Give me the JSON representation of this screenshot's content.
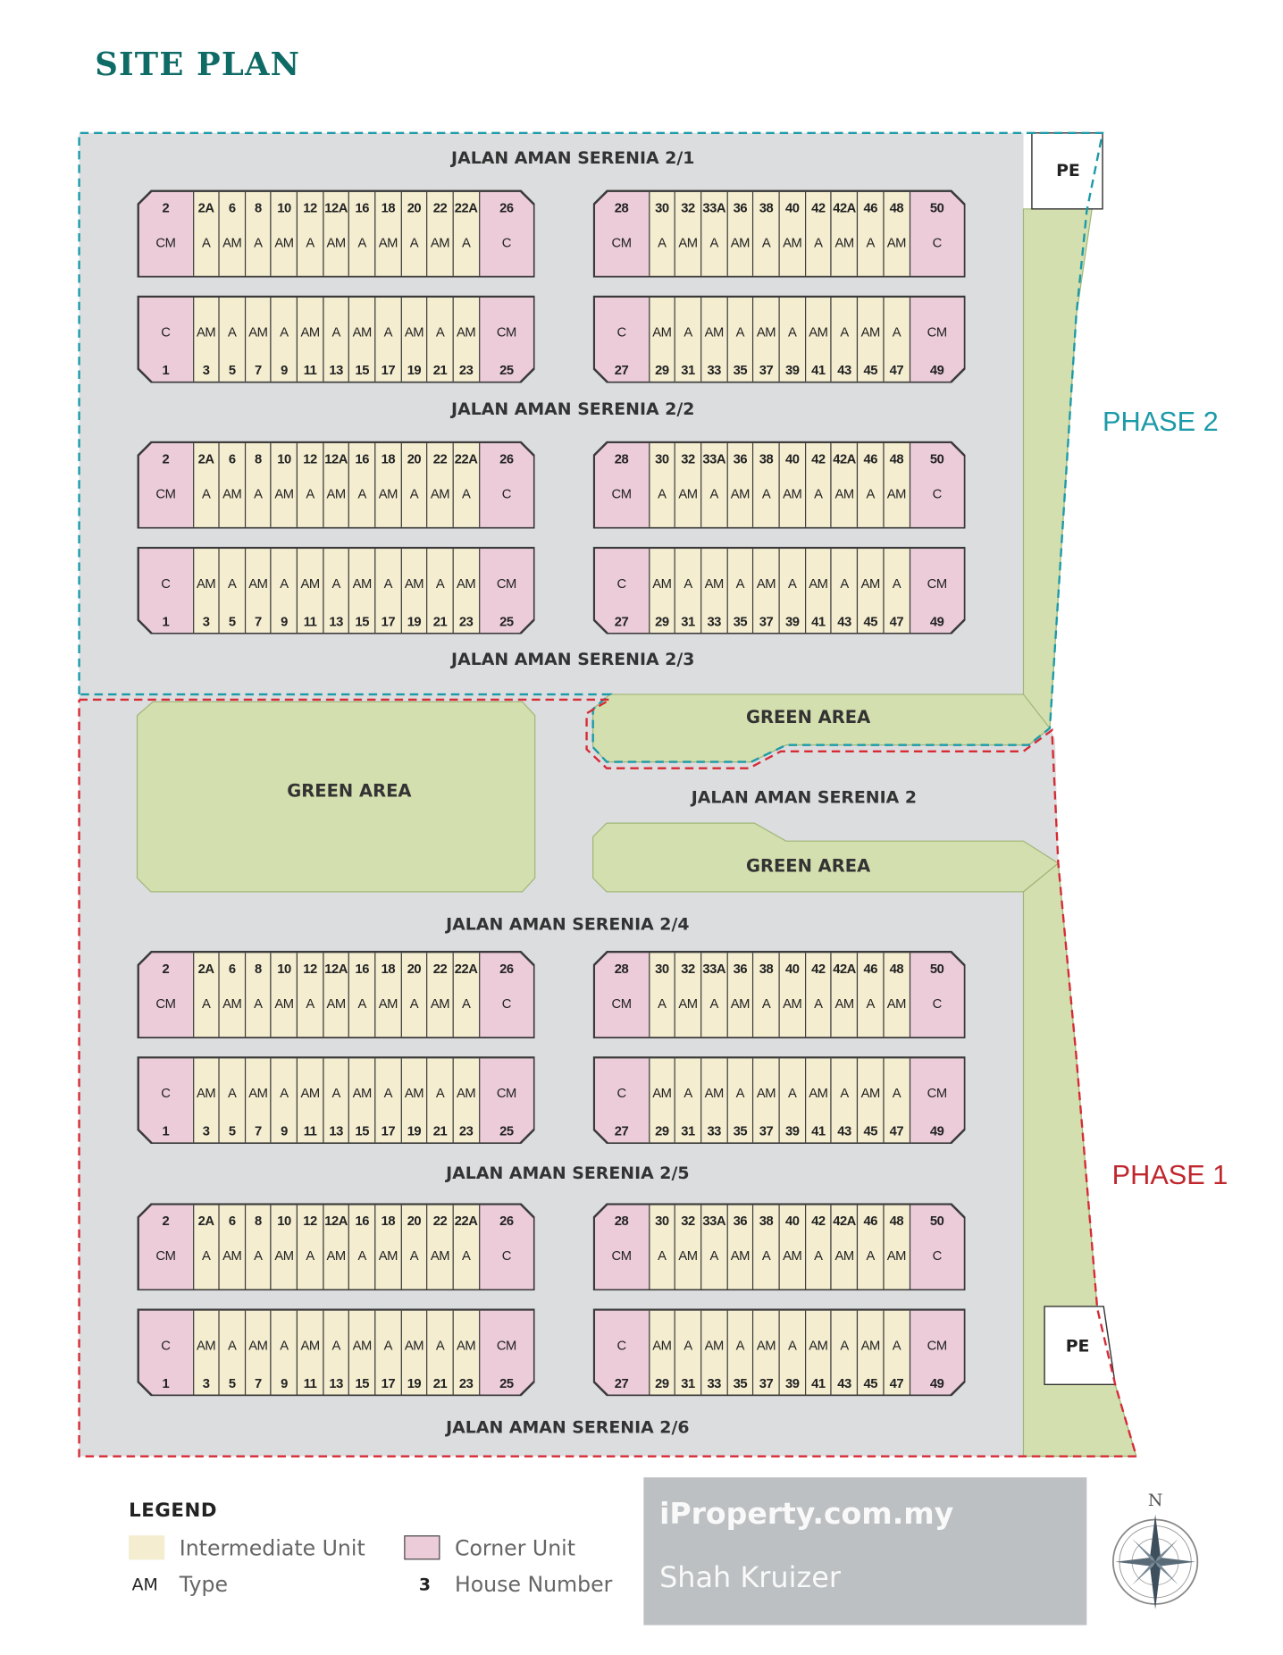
{
  "title": "SITE PLAN",
  "streets": {
    "s1": "JALAN AMAN SERENIA 2/1",
    "s2": "JALAN AMAN SERENIA 2/2",
    "s3": "JALAN AMAN SERENIA 2/3",
    "main": "JALAN AMAN SERENIA 2",
    "s4": "JALAN AMAN SERENIA 2/4",
    "s5": "JALAN AMAN SERENIA 2/5",
    "s6": "JALAN AMAN SERENIA 2/6"
  },
  "green_areas": [
    "GREEN AREA",
    "GREEN AREA",
    "GREEN AREA"
  ],
  "pe_labels": [
    "PE",
    "PE"
  ],
  "phases": {
    "phase2": "PHASE 2",
    "phase1": "PHASE 1"
  },
  "block_layouts": {
    "left_top": {
      "numbers": [
        "2",
        "2A",
        "6",
        "8",
        "10",
        "12",
        "12A",
        "16",
        "18",
        "20",
        "22",
        "22A",
        "26"
      ],
      "types": [
        "CM",
        "A",
        "AM",
        "A",
        "AM",
        "A",
        "AM",
        "A",
        "AM",
        "A",
        "AM",
        "A",
        "C"
      ]
    },
    "left_bottom": {
      "types": [
        "C",
        "AM",
        "A",
        "AM",
        "A",
        "AM",
        "A",
        "AM",
        "A",
        "AM",
        "A",
        "AM",
        "CM"
      ],
      "numbers": [
        "1",
        "3",
        "5",
        "7",
        "9",
        "11",
        "13",
        "15",
        "17",
        "19",
        "21",
        "23",
        "25"
      ]
    },
    "right_top": {
      "numbers": [
        "28",
        "30",
        "32",
        "33A",
        "36",
        "38",
        "40",
        "42",
        "42A",
        "46",
        "48",
        "50"
      ],
      "types": [
        "CM",
        "A",
        "AM",
        "A",
        "AM",
        "A",
        "AM",
        "A",
        "AM",
        "A",
        "AM",
        "C"
      ]
    },
    "right_bottom": {
      "types": [
        "C",
        "AM",
        "A",
        "AM",
        "A",
        "AM",
        "A",
        "AM",
        "A",
        "AM",
        "A",
        "CM"
      ],
      "numbers": [
        "27",
        "29",
        "31",
        "33",
        "35",
        "37",
        "39",
        "41",
        "43",
        "45",
        "47",
        "49"
      ]
    }
  },
  "legend": {
    "title": "LEGEND",
    "intermediate": "Intermediate Unit",
    "corner": "Corner Unit",
    "type_key": "AM",
    "type_label": "Type",
    "number_key": "3",
    "number_label": "House Number"
  },
  "compass": {
    "north": "N"
  },
  "watermark": {
    "brand": "iProperty.com.my",
    "agent": "Shah Kruizer"
  },
  "colors": {
    "title": "#0f6b66",
    "intermediate_unit": "#f4edd0",
    "corner_unit": "#ecccd9",
    "green_area": "#d3dfae",
    "road": "#dcdddf",
    "phase2": "#1b9aa8",
    "phase1": "#c0272d"
  }
}
